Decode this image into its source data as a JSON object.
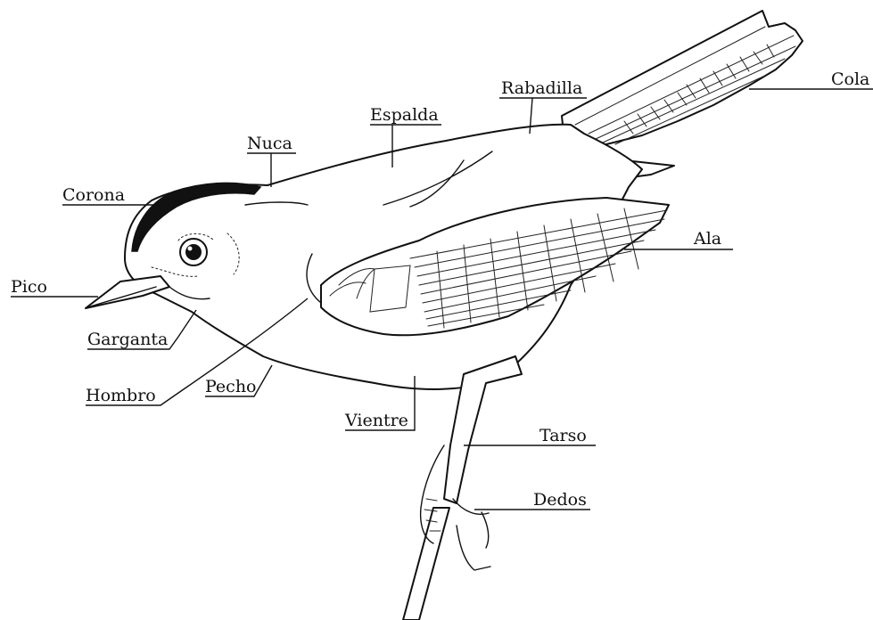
{
  "diagram": {
    "labels": {
      "cola": "Cola",
      "rabadilla": "Rabadilla",
      "espalda": "Espalda",
      "nuca": "Nuca",
      "corona": "Corona",
      "ala": "Ala",
      "pico": "Pico",
      "garganta": "Garganta",
      "hombro": "Hombro",
      "pecho": "Pecho",
      "vientre": "Vientre",
      "tarso": "Tarso",
      "dedos": "Dedos"
    }
  }
}
